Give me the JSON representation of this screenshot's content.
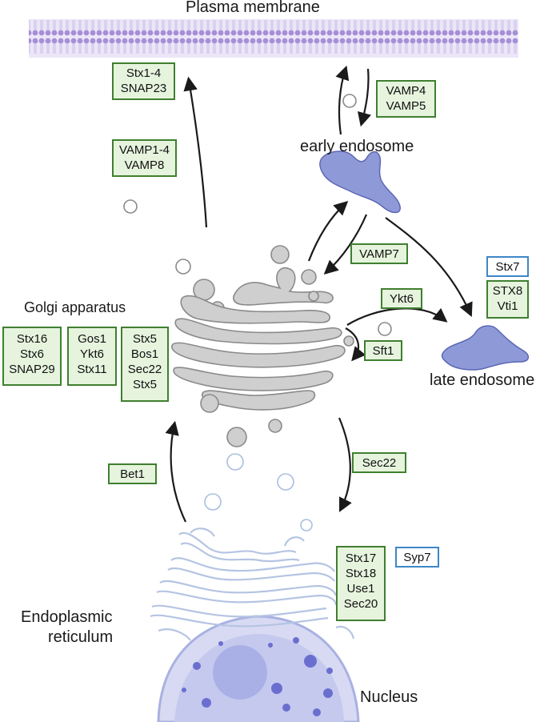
{
  "labels": {
    "plasma_membrane": "Plasma membrane",
    "early_endosome": "early endosome",
    "golgi": "Golgi apparatus",
    "late_endosome": "late endosome",
    "er_line1": "Endoplasmic",
    "er_line2": "reticulum",
    "nucleus": "Nucleus"
  },
  "boxes": {
    "stx1_snap23": [
      "Stx1-4",
      "SNAP23"
    ],
    "vamp4_vamp5": [
      "VAMP4",
      "VAMP5"
    ],
    "vamp1_vamp8": [
      "VAMP1-4",
      "VAMP8"
    ],
    "vamp7": [
      "VAMP7"
    ],
    "stx7": [
      "Stx7"
    ],
    "stx8_vti1": [
      "STX8",
      "Vti1"
    ],
    "ykt6_late": [
      "Ykt6"
    ],
    "sft1": [
      "Sft1"
    ],
    "stx16_group": [
      "Stx16",
      "Stx6",
      "SNAP29"
    ],
    "gos1_group": [
      "Gos1",
      "Ykt6",
      "Stx11"
    ],
    "stx5_group": [
      "Stx5",
      "Bos1",
      "Sec22",
      "Stx5"
    ],
    "bet1": [
      "Bet1"
    ],
    "sec22": [
      "Sec22"
    ],
    "stx17_group": [
      "Stx17",
      "Stx18",
      "Use1",
      "Sec20"
    ],
    "syp7": [
      "Syp7"
    ]
  },
  "colors": {
    "box_fill": "#e6f4de",
    "box_border_green": "#3f7f2f",
    "box_border_blue": "#3f86c7",
    "membrane": "#b8a6dd",
    "endosome": "#8e9ad8",
    "golgi": "#cfcfcf",
    "er_outline": "#b9c8e3",
    "nucleus": "#c9cdef"
  }
}
